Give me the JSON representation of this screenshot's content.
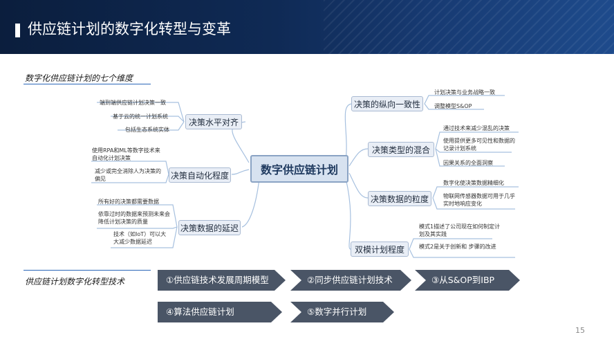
{
  "header": {
    "title": "供应链计划的数字化转型与变革"
  },
  "section1": {
    "label": "数字化供应链计划的七个维度"
  },
  "section2": {
    "label": "供应链计划数字化转型技术"
  },
  "center": "数字供应链计划",
  "branches": {
    "b1": {
      "label": "决策水平对齐",
      "leaves": [
        "端到端供应链计划决策一致",
        "基于云的统一计划系统",
        "包括生态系统实体"
      ]
    },
    "b2": {
      "label": "决策自动化程度",
      "leaves": [
        "使用RPA和ML等数字技术来自动化计划决策",
        "减少或完全消除人为决策的偏见"
      ]
    },
    "b3": {
      "label": "决策数据的延迟",
      "leaves": [
        "所有好的决策都需要数据",
        "依靠过时的数据来预测未来会降低计划决策的质量",
        "技术（如IoT）可以大大减少数据延迟"
      ]
    },
    "b4": {
      "label": "决策的纵向一致性",
      "leaves": [
        "计划决策与业务战略一致",
        "调整模型S&OP"
      ]
    },
    "b5": {
      "label": "决策类型的混合",
      "leaves": [
        "通过技术来减少混乱的决策",
        "使用提供更多可见性和数据的记录计划系统",
        "因果关系的全面洞察"
      ]
    },
    "b6": {
      "label": "决策数据的粒度",
      "leaves": [
        "数字化使决策数据精细化",
        "物联网传感器数据可用于几乎实时地响应变化"
      ]
    },
    "b7": {
      "label": "双模计划程度",
      "leaves": [
        "模式1描述了公司现在如何制定计划及其实践",
        "模式2是关于创新和 步骤的改进"
      ]
    }
  },
  "tech": [
    "①供应链技术发展周期模型",
    "②同步供应链计划技术",
    "③从S&OP到IBP",
    "④算法供应链计划",
    "⑤数字并行计划"
  ],
  "page_number": "15"
}
